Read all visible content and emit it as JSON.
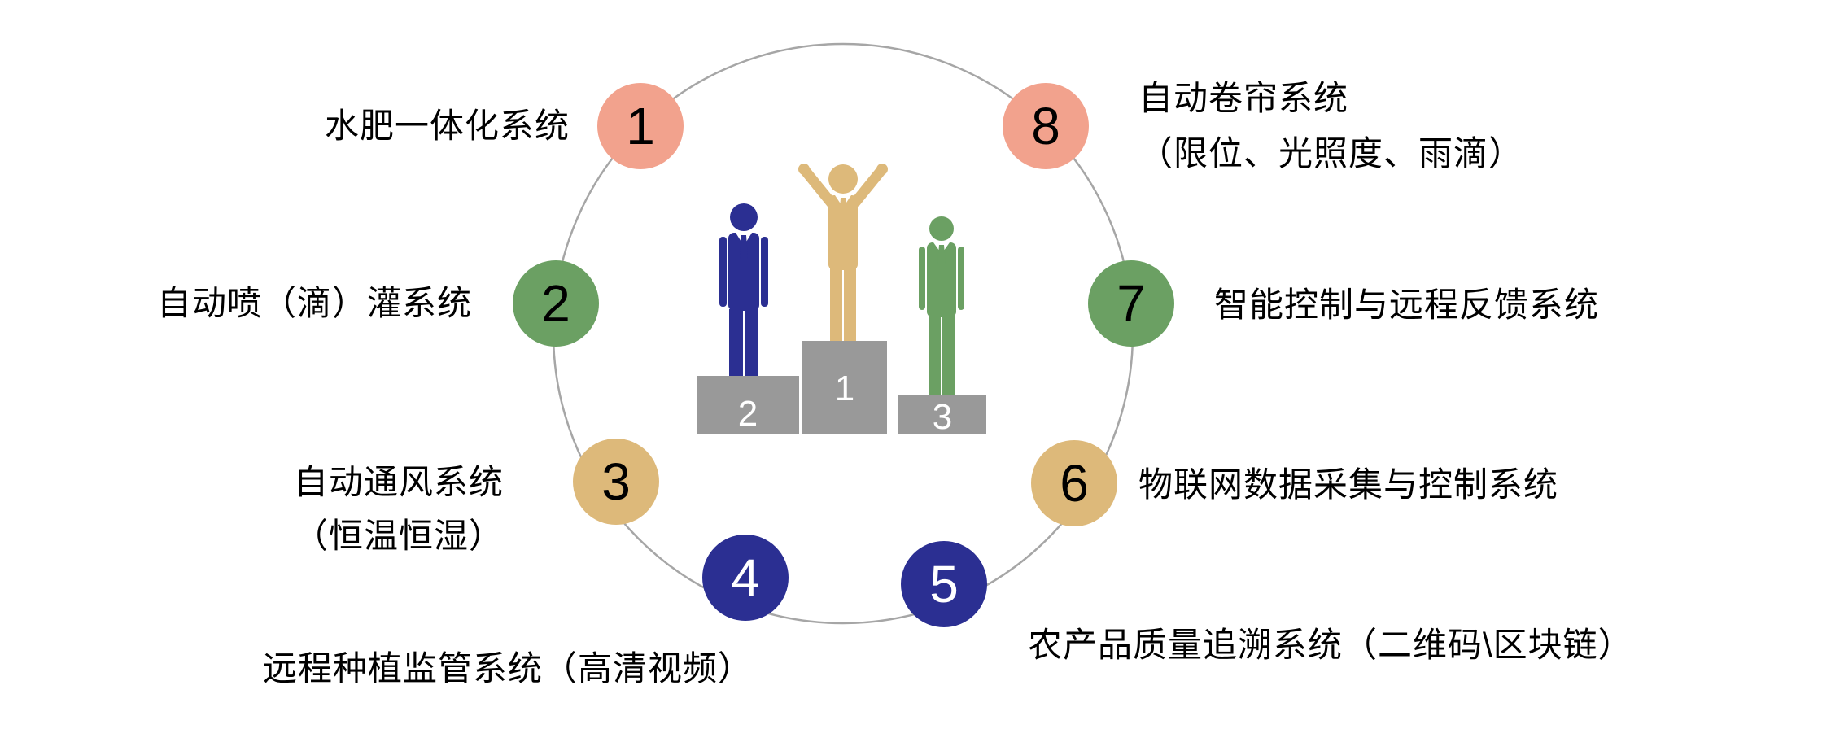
{
  "diagram": {
    "background": "#ffffff",
    "ring_color": "#a6a6a6",
    "items": [
      {
        "number": "1",
        "color": "#f2a28d",
        "text_color": "#000000",
        "label": "水肥一体化系统"
      },
      {
        "number": "2",
        "color": "#6ba063",
        "text_color": "#000000",
        "label": "自动喷（滴）灌系统"
      },
      {
        "number": "3",
        "color": "#ddb97a",
        "text_color": "#000000",
        "label_line1": "自动通风系统",
        "label_line2": "（恒温恒湿）"
      },
      {
        "number": "4",
        "color": "#2b2f92",
        "text_color": "#ffffff",
        "label": "远程种植监管系统（高清视频）"
      },
      {
        "number": "5",
        "color": "#2b2f92",
        "text_color": "#ffffff",
        "label": "农产品质量追溯系统（二维码\\区块链）"
      },
      {
        "number": "6",
        "color": "#ddb97a",
        "text_color": "#000000",
        "label": "物联网数据采集与控制系统"
      },
      {
        "number": "7",
        "color": "#6ba063",
        "text_color": "#000000",
        "label": "智能控制与远程反馈系统"
      },
      {
        "number": "8",
        "color": "#f2a28d",
        "text_color": "#000000",
        "label_line1": "自动卷帘系统",
        "label_line2": "（限位、光照度、雨滴）"
      }
    ],
    "podium": {
      "block_color": "#999999",
      "rank_text_color": "#ffffff",
      "first": {
        "rank": "1",
        "figure_color": "#ddb97a"
      },
      "second": {
        "rank": "2",
        "figure_color": "#2b2f92"
      },
      "third": {
        "rank": "3",
        "figure_color": "#6ba063"
      }
    }
  }
}
